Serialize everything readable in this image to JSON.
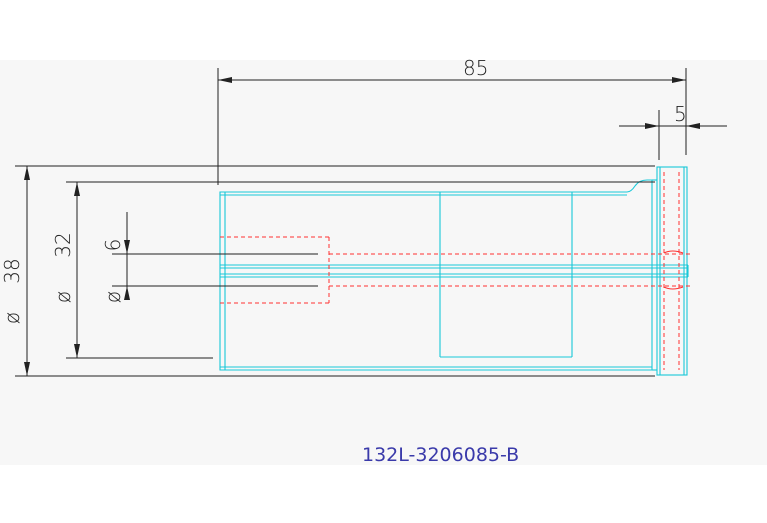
{
  "drawing": {
    "part_number": "132L-3206085-B",
    "dimensions": {
      "length_overall": "85",
      "flange_thickness": "5",
      "diameter_outer": "38",
      "diameter_body": "32",
      "diameter_bore": "6",
      "diameter_symbol": "ø"
    },
    "colors": {
      "outline": "#18c8d8",
      "hidden_line": "#ff3030",
      "dimension": "#222222",
      "title": "#3a3aaa"
    }
  }
}
